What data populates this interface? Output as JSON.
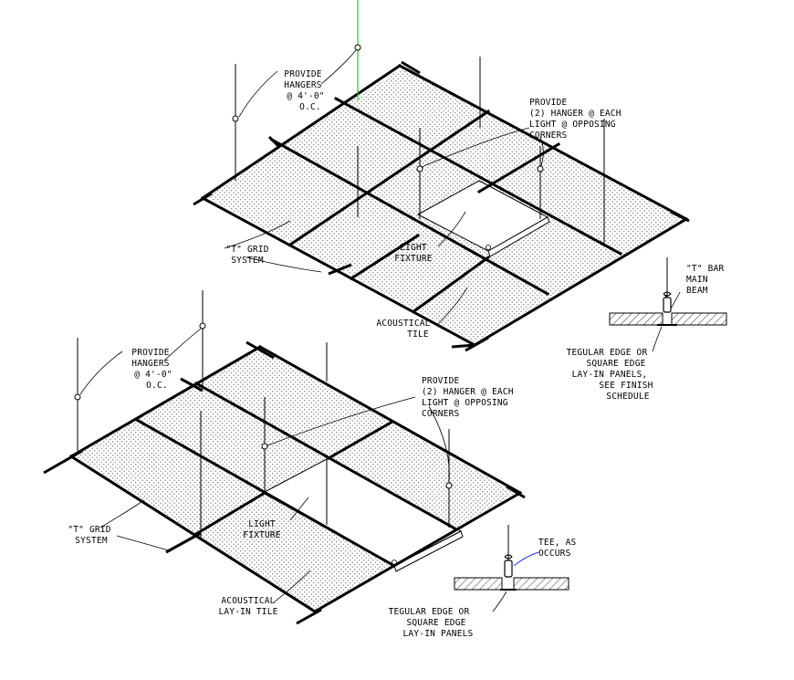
{
  "colors": {
    "line": "#000000",
    "hatch": "#7a7a7a",
    "accent_green": "#22cc22",
    "accent_blue": "#2233ee",
    "background": "#ffffff"
  },
  "top_detail": {
    "hangers_label": [
      "PROVIDE",
      "HANGERS",
      "@ 4'-0\"",
      "O.C."
    ],
    "two_hanger_label": [
      "PROVIDE",
      "(2) HANGER @ EACH",
      "LIGHT @ OPPOSING",
      "CORNERS"
    ],
    "grid_label": [
      "\"T\" GRID",
      "SYSTEM"
    ],
    "light_label": [
      "LIGHT",
      "FIXTURE"
    ],
    "tile_label": [
      "ACOUSTICAL",
      "TILE"
    ]
  },
  "bottom_detail": {
    "hangers_label": [
      "PROVIDE",
      "HANGERS",
      "@ 4'-0\"",
      "O.C."
    ],
    "two_hanger_label": [
      "PROVIDE",
      "(2) HANGER @ EACH",
      "LIGHT @ OPPOSING",
      "CORNERS"
    ],
    "grid_label": [
      "\"T\" GRID",
      "SYSTEM"
    ],
    "light_label": [
      "LIGHT",
      "FIXTURE"
    ],
    "tile_label": [
      "ACOUSTICAL",
      "LAY-IN TILE"
    ]
  },
  "section_upper": {
    "beam_label": [
      "\"T\" BAR",
      "MAIN",
      "BEAM"
    ],
    "edge_label": [
      "TEGULAR EDGE OR",
      "SQUARE EDGE",
      "LAY-IN PANELS,",
      "SEE FINISH",
      "SCHEDULE"
    ]
  },
  "section_lower": {
    "tee_label": [
      "TEE, AS",
      "OCCURS"
    ],
    "edge_label": [
      "TEGULAR EDGE OR",
      "SQUARE EDGE",
      "LAY-IN PANELS"
    ]
  }
}
